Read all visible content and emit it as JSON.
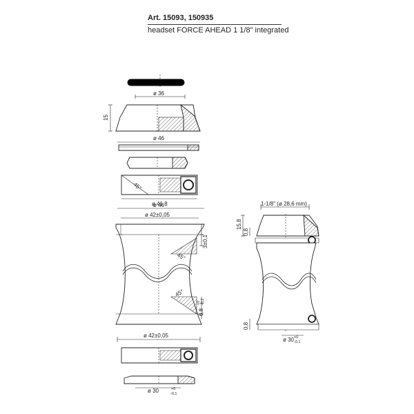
{
  "header": {
    "article": "Art. 15093, 150935",
    "description": "headset FORCE AHEAD 1 1/8\" integrated"
  },
  "dimensions": {
    "d36": "ø 36",
    "h15": "15",
    "d46_top": "ø 46",
    "bearing_angle": "45°",
    "d41_8": "ø 41,8",
    "d46_frame": "ø 46",
    "d42_top": "ø 42±0,05",
    "h3": "3±0,1",
    "angle_upper": "45°",
    "angle_lower": "45°",
    "h6_8": "6,8",
    "tol_plus0": "+0",
    "tol_minus02": "-0,2",
    "d42_bottom": "ø 42±0,05",
    "d30_left": "ø 30",
    "tol_minus01_left": "-0,1",
    "assembly_top": "1-1/8\" (ø 28,6 mm)",
    "h15_8": "15,8",
    "h0_8_top": "0,8",
    "h0_8_bottom": "0,8",
    "d30_right": "ø 30",
    "tol_minus01_right": "-0,1"
  }
}
